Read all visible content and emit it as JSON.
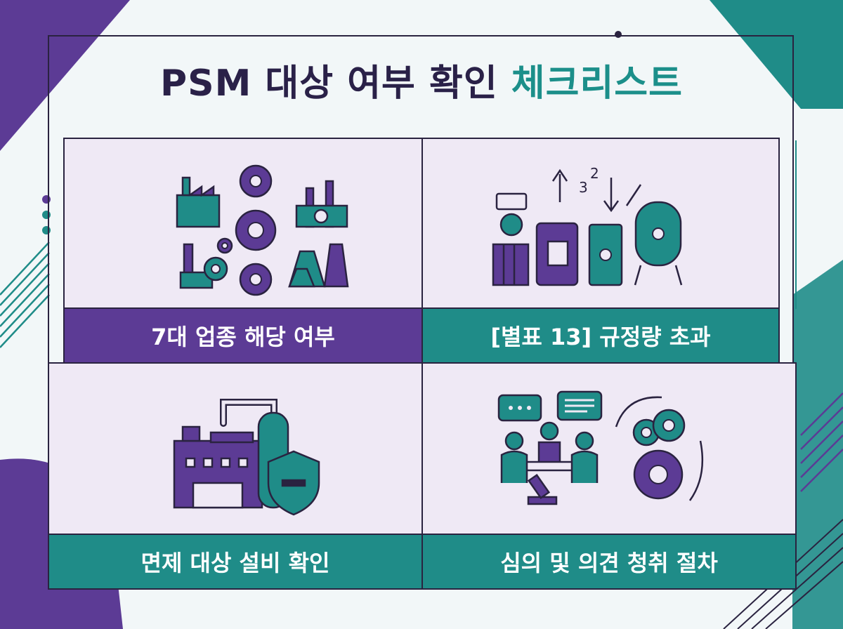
{
  "title": {
    "part1": "PSM 대상 여부 확인",
    "part2": "체크리스트"
  },
  "cards": [
    {
      "label": "7대 업종 해당 여부",
      "icon": "industry-gears-icon"
    },
    {
      "label": "[별표 13] 규정량 초과",
      "icon": "chemical-quantity-icon"
    },
    {
      "label": "면제 대상 설비 확인",
      "icon": "facility-shield-icon"
    },
    {
      "label": "심의 및 의견 청취 절차",
      "icon": "meeting-process-icon"
    }
  ],
  "colors": {
    "purple": "#5c3b95",
    "teal": "#1f8c88",
    "navy": "#2a2148",
    "card_bg": "#efe9f5"
  }
}
